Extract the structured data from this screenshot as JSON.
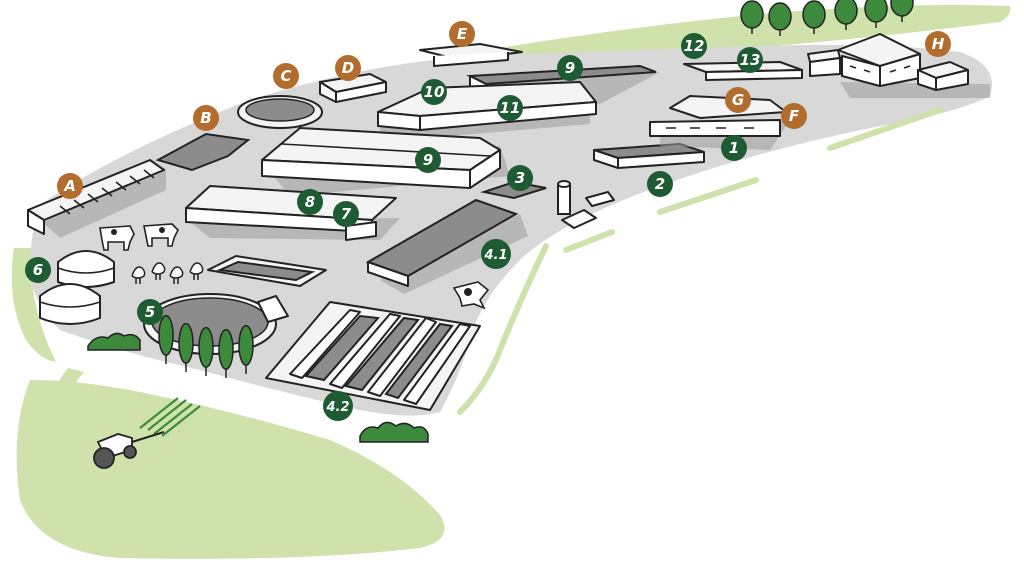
{
  "colors": {
    "field_green": "#cfe2ac",
    "yard_gray": "#d8d8d8",
    "shadow_gray": "#9d9d9d",
    "badge_green": "#1e5a32",
    "badge_brown": "#b26c2e",
    "tree_green": "#3e8a3c"
  },
  "markers": {
    "green": {
      "b1": "1",
      "b2": "2",
      "b3": "3",
      "b41": "4.1",
      "b42": "4.2",
      "b5": "5",
      "b6": "6",
      "b7": "7",
      "b8": "8",
      "b9a": "9",
      "b9b": "9",
      "b10": "10",
      "b11": "11",
      "b12": "12",
      "b13": "13"
    },
    "brown": {
      "A": "A",
      "B": "B",
      "C": "C",
      "D": "D",
      "E": "E",
      "F": "F",
      "G": "G",
      "H": "H"
    }
  },
  "icons": [
    "tractor-icon",
    "cow-icon",
    "chicken-icon",
    "tree-icon",
    "silo-icon",
    "biogas-dome-icon",
    "slurry-tank-icon"
  ]
}
